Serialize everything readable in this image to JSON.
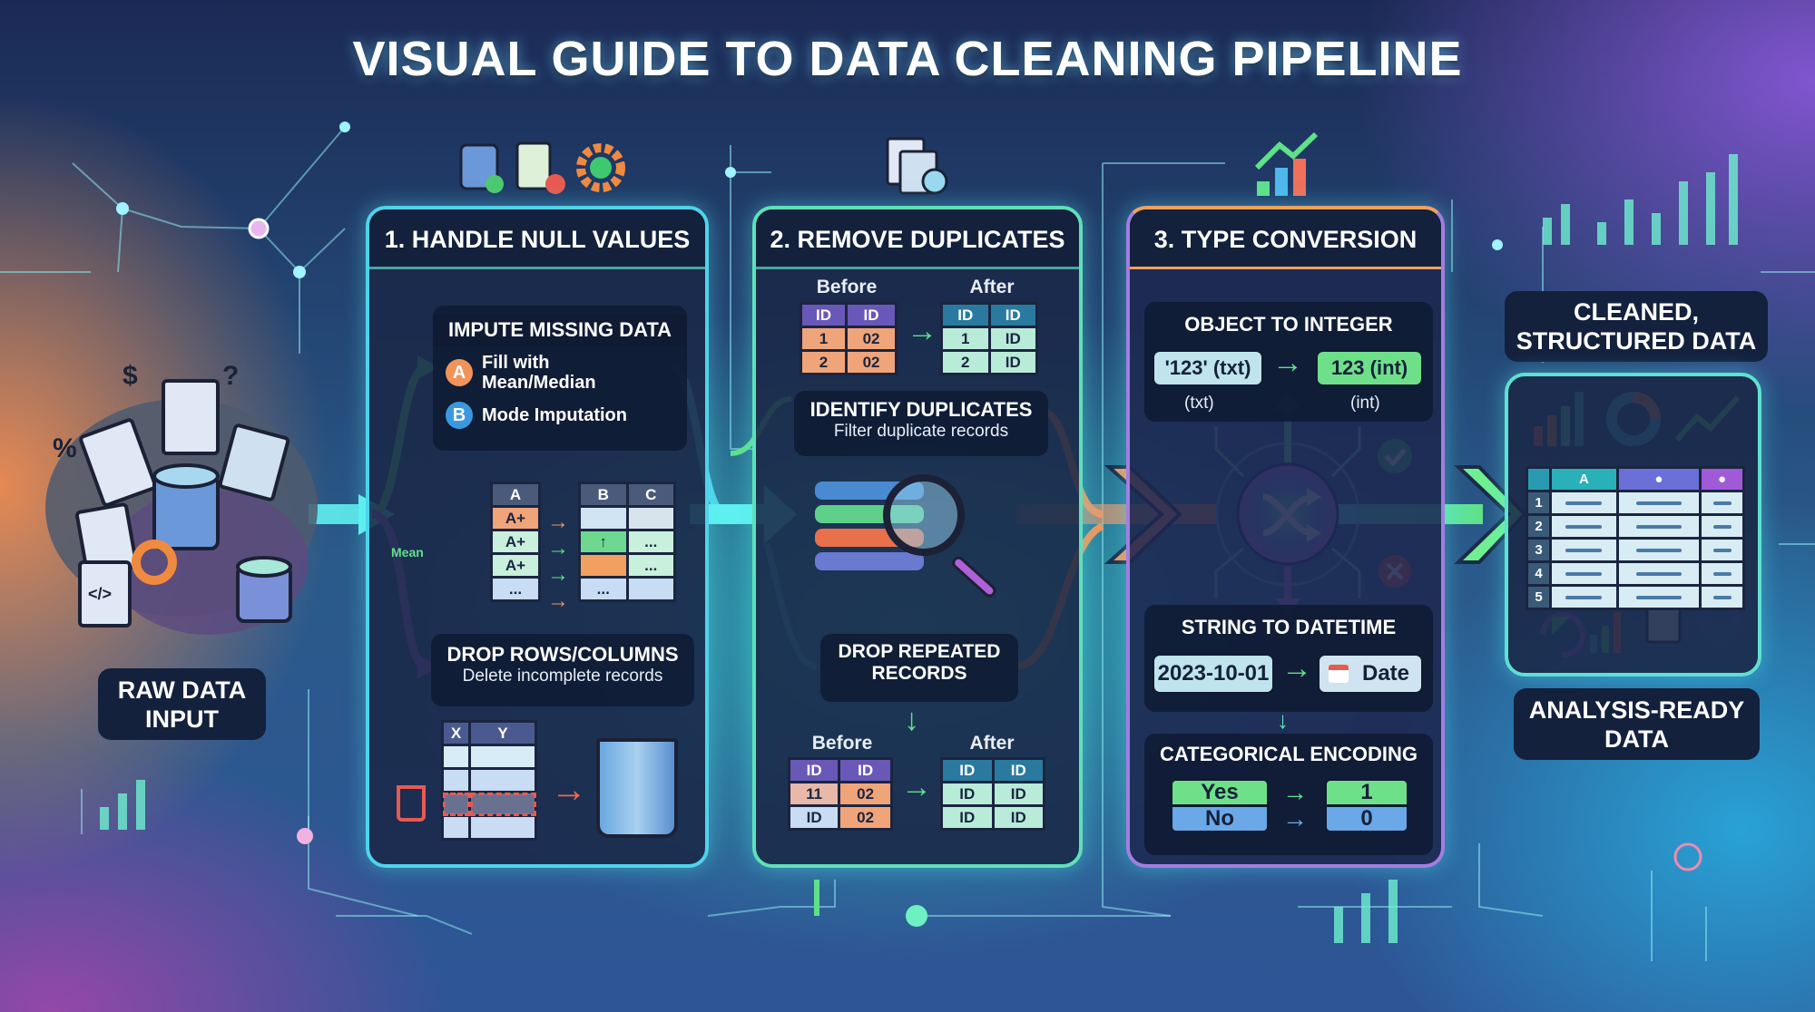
{
  "title": "VISUAL GUIDE TO DATA CLEANING PIPELINE",
  "raw_input": {
    "label_line1": "RAW DATA",
    "label_line2": "INPUT",
    "symbols": [
      "$",
      "?",
      "%",
      "</>"
    ]
  },
  "step1": {
    "title": "1. HANDLE NULL VALUES",
    "impute": {
      "title": "IMPUTE MISSING DATA",
      "options": [
        {
          "badge": "A",
          "label_line1": "Fill with",
          "label_line2": "Mean/Median"
        },
        {
          "badge": "B",
          "label": "Mode Imputation"
        }
      ]
    },
    "mean_label": "Mean",
    "table_a": {
      "header": "A",
      "rows": [
        "A+",
        "A+",
        "A+",
        "..."
      ]
    },
    "table_bc": {
      "headers": [
        "B",
        "C"
      ],
      "rows": [
        [
          "",
          ""
        ],
        [
          "↑",
          "..."
        ],
        [
          "",
          "..."
        ],
        [
          "...",
          ""
        ]
      ]
    },
    "drop": {
      "title": "DROP ROWS/COLUMNS",
      "subtitle": "Delete incomplete records"
    },
    "xy_headers": [
      "X",
      "Y"
    ]
  },
  "step2": {
    "title": "2. REMOVE DUPLICATES",
    "before_label": "Before",
    "after_label": "After",
    "before1": {
      "headers": [
        "ID",
        "ID"
      ],
      "rows": [
        [
          "1",
          "02"
        ],
        [
          "2",
          "02"
        ]
      ]
    },
    "after1": {
      "headers": [
        "ID",
        "ID"
      ],
      "rows": [
        [
          "1",
          "ID"
        ],
        [
          "2",
          "ID"
        ]
      ]
    },
    "identify": {
      "title": "IDENTIFY DUPLICATES",
      "subtitle": "Filter duplicate records"
    },
    "drop": {
      "title_line1": "DROP REPEATED",
      "title_line2": "RECORDS"
    },
    "before2": {
      "headers": [
        "ID",
        "ID"
      ],
      "rows": [
        [
          "11",
          "02"
        ],
        [
          "ID",
          "02"
        ]
      ]
    },
    "after2": {
      "headers": [
        "ID",
        "ID"
      ],
      "rows": [
        [
          "ID",
          "ID"
        ],
        [
          "ID",
          "ID"
        ]
      ]
    }
  },
  "step3": {
    "title": "3. TYPE CONVERSION",
    "object_to_int": {
      "title": "OBJECT TO INTEGER",
      "from": "'123' (txt)",
      "to": "123 (int)",
      "from_type": "(txt)",
      "to_type": "(int)"
    },
    "string_to_datetime": {
      "title": "STRING TO DATETIME",
      "from": "2023-10-01",
      "to": "Date"
    },
    "categorical": {
      "title": "CATEGORICAL ENCODING",
      "pairs": [
        {
          "from": "Yes",
          "to": "1"
        },
        {
          "from": "No",
          "to": "0"
        }
      ]
    }
  },
  "output": {
    "cleaned_line1": "CLEANED,",
    "cleaned_line2": "STRUCTURED DATA",
    "table_header": "A",
    "row_numbers": [
      "1",
      "2",
      "3",
      "4",
      "5"
    ],
    "analysis_line1": "ANALYSIS-READY",
    "analysis_line2": "DATA"
  },
  "colors": {
    "cyan": "#4fd3ea",
    "green": "#5fe08a",
    "orange": "#f0945a",
    "purple": "#a56be0",
    "navy": "#13213d"
  }
}
